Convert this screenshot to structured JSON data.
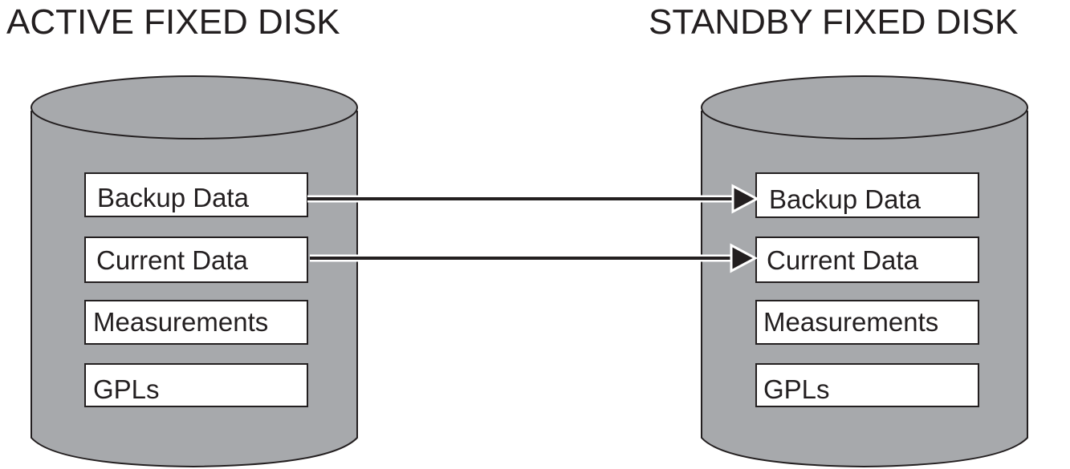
{
  "diagram": {
    "colors": {
      "disk_fill": "#a7a9ac",
      "stroke": "#231f20",
      "box_fill": "#ffffff",
      "text": "#231f20"
    },
    "disks": [
      {
        "id": "active",
        "title": "ACTIVE FIXED DISK",
        "boxes": [
          "Backup Data",
          "Current Data",
          "Measurements",
          "GPLs"
        ]
      },
      {
        "id": "standby",
        "title": "STANDBY FIXED DISK",
        "boxes": [
          "Backup Data",
          "Current Data",
          "Measurements",
          "GPLs"
        ]
      }
    ],
    "arrows": [
      {
        "from": "active.Backup Data",
        "to": "standby.Backup Data"
      },
      {
        "from": "active.Current Data",
        "to": "standby.Current Data"
      }
    ]
  }
}
